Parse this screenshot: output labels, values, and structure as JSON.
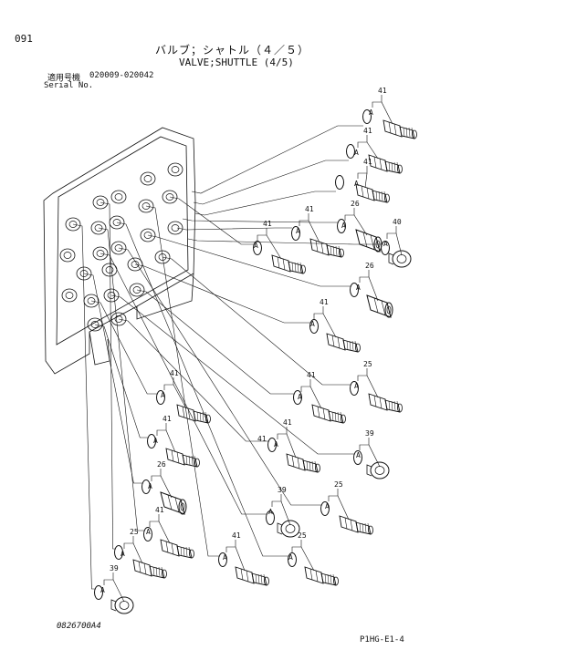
{
  "page": {
    "page_number": "091",
    "title_jp": "バルブ；シャトル（４／５）",
    "title_en": "VALVE;SHUTTLE (4/5)",
    "serial_label_jp": "適用号機",
    "serial_range": "020009-020042",
    "serial_label_en": "Serial No.",
    "drawing_number": "0826700A4",
    "page_code": "P1HG-E1-4"
  },
  "diagram": {
    "callout_letter": "A",
    "parts": [
      {
        "ref": "41"
      },
      {
        "ref": "41"
      },
      {
        "ref": "41"
      },
      {
        "ref": "41"
      },
      {
        "ref": "41"
      },
      {
        "ref": "26"
      },
      {
        "ref": "40"
      },
      {
        "ref": "26"
      },
      {
        "ref": "41"
      },
      {
        "ref": "41"
      },
      {
        "ref": "25"
      },
      {
        "ref": "41"
      },
      {
        "ref": "41"
      },
      {
        "ref": "41"
      },
      {
        "ref": "39"
      },
      {
        "ref": "41"
      },
      {
        "ref": "26"
      },
      {
        "ref": "39"
      },
      {
        "ref": "25"
      },
      {
        "ref": "41"
      },
      {
        "ref": "25"
      },
      {
        "ref": "41"
      },
      {
        "ref": "25"
      },
      {
        "ref": "39"
      }
    ]
  }
}
